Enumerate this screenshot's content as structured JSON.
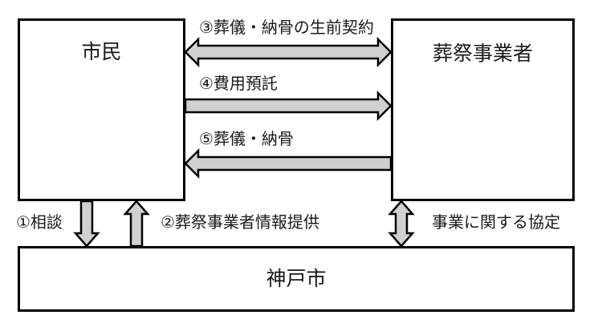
{
  "nodes": {
    "citizen": "市民",
    "funeral": "葬祭事業者",
    "city": "神戸市"
  },
  "flows": {
    "contract": "③葬儀・納骨の生前契約",
    "deposit": "④費用預託",
    "service": "⑤葬儀・納骨",
    "consult": "①相談",
    "info": "②葬祭事業者情報提供",
    "agreement": "事業に関する協定"
  },
  "colors": {
    "arrow_fill": "#d0d0d0",
    "stroke": "#000000"
  }
}
